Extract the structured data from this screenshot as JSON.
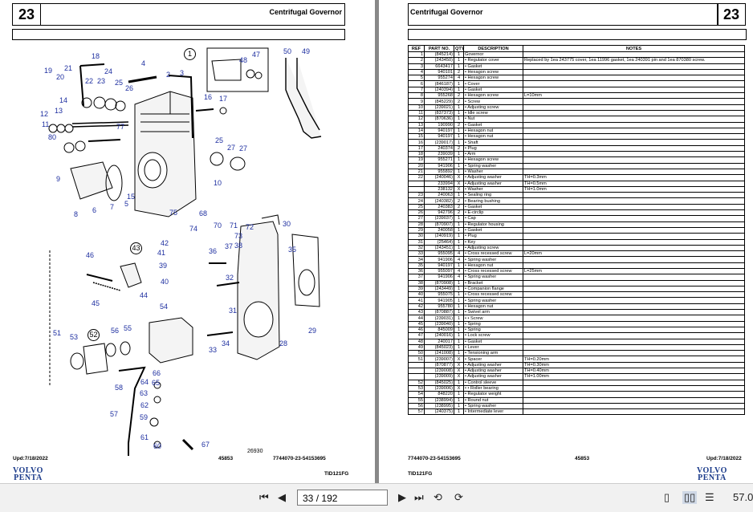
{
  "page_number": "23",
  "title": "Centrifugal Governor",
  "left_footer": {
    "updated": "Upd:7/18/2022",
    "code": "45853",
    "doc_code": "7744070-23-54153695",
    "model": "TID121FG"
  },
  "right_footer": {
    "doc_code": "7744070-23-54153695",
    "code": "45853",
    "updated": "Upd:7/18/2022",
    "model": "TID121FG"
  },
  "logo": {
    "line1": "VOLVO",
    "line2": "PENTA"
  },
  "diagram": {
    "figure_number": "26930",
    "callouts": [
      "1",
      "2",
      "3",
      "4",
      "5",
      "6",
      "7",
      "8",
      "9",
      "10",
      "11",
      "12",
      "13",
      "14",
      "15",
      "16",
      "17",
      "18",
      "19",
      "20",
      "21",
      "22",
      "23",
      "24",
      "25",
      "26",
      "27",
      "28",
      "29",
      "30",
      "31",
      "32",
      "33",
      "34",
      "35",
      "36",
      "37",
      "38",
      "39",
      "40",
      "41",
      "42",
      "43",
      "44",
      "45",
      "46",
      "47",
      "48",
      "49",
      "50",
      "51",
      "52",
      "53",
      "54",
      "55",
      "56",
      "57",
      "58",
      "59",
      "60",
      "61",
      "62",
      "63",
      "64",
      "65",
      "66",
      "67",
      "68",
      "70",
      "71",
      "72",
      "73",
      "74",
      "75",
      "77",
      "80",
      "49",
      "50",
      "24",
      "27",
      "25"
    ]
  },
  "table": {
    "headers": {
      "ref": "REF",
      "part_no": "PART NO.",
      "qty": "QTY",
      "description": "DESCRIPTION",
      "notes": "NOTES"
    },
    "rows": [
      {
        "ref": "1",
        "part": "(845214)",
        "qty": "1",
        "desc": "Governor",
        "notes": ""
      },
      {
        "ref": "2",
        "part": "(243450)",
        "qty": "1",
        "desc": "• Regulator cover",
        "notes": "Replaced by 1ea 243775 cover, 1ea 11996 gasket, 1ea 240391 pin and 1ea 870380 screw."
      },
      {
        "ref": "3",
        "part": "6643417",
        "qty": "1",
        "desc": "• Gasket",
        "notes": ""
      },
      {
        "ref": "4",
        "part": "940101",
        "qty": "2",
        "desc": "• Hexagon screw",
        "notes": ""
      },
      {
        "ref": "5",
        "part": "955274",
        "qty": "4",
        "desc": "• Hexagon screw",
        "notes": ""
      },
      {
        "ref": "6",
        "part": "(846187)",
        "qty": "1",
        "desc": "• Cover",
        "notes": ""
      },
      {
        "ref": "7",
        "part": "(240394)",
        "qty": "1",
        "desc": "• Gasket",
        "notes": ""
      },
      {
        "ref": "8",
        "part": "955268",
        "qty": "2",
        "desc": "• Hexagon screw",
        "notes": "L=10mm"
      },
      {
        "ref": "9",
        "part": "(845229)",
        "qty": "2",
        "desc": "• Screw",
        "notes": ""
      },
      {
        "ref": "10",
        "part": "(239021)",
        "qty": "1",
        "desc": "• Adjusting screw",
        "notes": ""
      },
      {
        "ref": "11",
        "part": "(837373)",
        "qty": "1",
        "desc": "• Idle screw",
        "notes": ""
      },
      {
        "ref": "12",
        "part": "(870636)",
        "qty": "1",
        "desc": "• Nut",
        "notes": ""
      },
      {
        "ref": "13",
        "part": "190990",
        "qty": "2",
        "desc": "• Gasket",
        "notes": ""
      },
      {
        "ref": "14",
        "part": "940197",
        "qty": "1",
        "desc": "• Hexagon nut",
        "notes": ""
      },
      {
        "ref": "15",
        "part": "940197",
        "qty": "1",
        "desc": "• Hexagon nut",
        "notes": ""
      },
      {
        "ref": "16",
        "part": "(239017)",
        "qty": "1",
        "desc": "• Shaft",
        "notes": ""
      },
      {
        "ref": "17",
        "part": "240374",
        "qty": "2",
        "desc": "• Plug",
        "notes": ""
      },
      {
        "ref": "18",
        "part": "239039",
        "qty": "1",
        "desc": "• Arm",
        "notes": ""
      },
      {
        "ref": "19",
        "part": "955271",
        "qty": "1",
        "desc": "• Hexagon screw",
        "notes": ""
      },
      {
        "ref": "20",
        "part": "941906",
        "qty": "1",
        "desc": "• Spring washer",
        "notes": ""
      },
      {
        "ref": "21",
        "part": "955892",
        "qty": "1",
        "desc": "• Washer",
        "notes": ""
      },
      {
        "ref": "22",
        "part": "(240046)",
        "qty": "X",
        "desc": "• Adjusting washer",
        "notes": "TH=0.3mm"
      },
      {
        "ref": "",
        "part": "233994",
        "qty": "X",
        "desc": "• Adjusting washer",
        "notes": "TH=0.5mm"
      },
      {
        "ref": "",
        "part": "238132",
        "qty": "X",
        "desc": "• Washer",
        "notes": "TH=1.0mm"
      },
      {
        "ref": "23",
        "part": "240063",
        "qty": "1",
        "desc": "• Sealing ring",
        "notes": ""
      },
      {
        "ref": "24",
        "part": "(240382)",
        "qty": "2",
        "desc": "• Bearing bushing",
        "notes": ""
      },
      {
        "ref": "25",
        "part": "240383",
        "qty": "2",
        "desc": "• Gasket",
        "notes": ""
      },
      {
        "ref": "26",
        "part": "942796",
        "qty": "2",
        "desc": "• E-circlip",
        "notes": ""
      },
      {
        "ref": "27",
        "part": "(239037)",
        "qty": "1",
        "desc": "• Cap",
        "notes": ""
      },
      {
        "ref": "28",
        "part": "(870907)",
        "qty": "1",
        "desc": "• Regulator housing",
        "notes": ""
      },
      {
        "ref": "29",
        "part": "240058",
        "qty": "1",
        "desc": "• Gasket",
        "notes": ""
      },
      {
        "ref": "30",
        "part": "(240919)",
        "qty": "1",
        "desc": "• Plug",
        "notes": ""
      },
      {
        "ref": "31",
        "part": "(25464)",
        "qty": "1",
        "desc": "• Key",
        "notes": ""
      },
      {
        "ref": "32",
        "part": "(243451)",
        "qty": "1",
        "desc": "• Adjusting screw",
        "notes": ""
      },
      {
        "ref": "33",
        "part": "955095",
        "qty": "4",
        "desc": "• Cross recessed screw",
        "notes": "L=20mm"
      },
      {
        "ref": "34",
        "part": "941906",
        "qty": "4",
        "desc": "• Spring washer",
        "notes": ""
      },
      {
        "ref": "35",
        "part": "940197",
        "qty": "1",
        "desc": "• Hexagon nut",
        "notes": ""
      },
      {
        "ref": "36",
        "part": "955097",
        "qty": "4",
        "desc": "• Cross recessed screw",
        "notes": "L=25mm"
      },
      {
        "ref": "37",
        "part": "941906",
        "qty": "4",
        "desc": "• Spring washer",
        "notes": ""
      },
      {
        "ref": "38",
        "part": "(870908)",
        "qty": "1",
        "desc": "• Bracket",
        "notes": ""
      },
      {
        "ref": "39",
        "part": "(243449)",
        "qty": "1",
        "desc": "• Companion flange",
        "notes": ""
      },
      {
        "ref": "40",
        "part": "955075",
        "qty": "1",
        "desc": "• Cross recessed screw",
        "notes": ""
      },
      {
        "ref": "41",
        "part": "941905",
        "qty": "1",
        "desc": "• Spring washer",
        "notes": ""
      },
      {
        "ref": "42",
        "part": "955780",
        "qty": "1",
        "desc": "• Hexagon nut",
        "notes": ""
      },
      {
        "ref": "43",
        "part": "(870887)",
        "qty": "1",
        "desc": "• Swivel arm",
        "notes": ""
      },
      {
        "ref": "44",
        "part": "(239031)",
        "qty": "1",
        "desc": "• • Screw",
        "notes": ""
      },
      {
        "ref": "45",
        "part": "(239040)",
        "qty": "1",
        "desc": "• Spring",
        "notes": ""
      },
      {
        "ref": "46",
        "part": "845009",
        "qty": "1",
        "desc": "• Spring",
        "notes": ""
      },
      {
        "ref": "47",
        "part": "(240016)",
        "qty": "1",
        "desc": "• Lock screw",
        "notes": ""
      },
      {
        "ref": "48",
        "part": "240017",
        "qty": "1",
        "desc": "• Gasket",
        "notes": ""
      },
      {
        "ref": "49",
        "part": "(845023)",
        "qty": "1",
        "desc": "• Lever",
        "notes": ""
      },
      {
        "ref": "50",
        "part": "(241008)",
        "qty": "1",
        "desc": "• Tensioning arm",
        "notes": ""
      },
      {
        "ref": "51",
        "part": "(239007)",
        "qty": "X",
        "desc": "• Spacer",
        "notes": "TH=0.20mm"
      },
      {
        "ref": "",
        "part": "(870877)",
        "qty": "X",
        "desc": "• Adjusting washer",
        "notes": "TH=0.30mm"
      },
      {
        "ref": "",
        "part": "(239008)",
        "qty": "X",
        "desc": "• Adjusting washer",
        "notes": "TH=0.40mm"
      },
      {
        "ref": "",
        "part": "(239009)",
        "qty": "X",
        "desc": "• Adjusting washer",
        "notes": "TH=1.00mm"
      },
      {
        "ref": "52",
        "part": "(845025)",
        "qty": "1",
        "desc": "• Control sleeve",
        "notes": ""
      },
      {
        "ref": "53",
        "part": "(239006)",
        "qty": "X",
        "desc": "• • Roller bearing",
        "notes": ""
      },
      {
        "ref": "54",
        "part": "848220",
        "qty": "1",
        "desc": "• Regulator weight",
        "notes": ""
      },
      {
        "ref": "55",
        "part": "(238994)",
        "qty": "1",
        "desc": "• Round nut",
        "notes": ""
      },
      {
        "ref": "56",
        "part": "(238995)",
        "qty": "1",
        "desc": "• Spring washer",
        "notes": ""
      },
      {
        "ref": "57",
        "part": "(240375)",
        "qty": "1",
        "desc": "• Intermediate lever",
        "notes": ""
      }
    ]
  },
  "toolbar": {
    "current_page": "33",
    "separator": "/",
    "total_pages": "192",
    "zoom": "57.0"
  }
}
